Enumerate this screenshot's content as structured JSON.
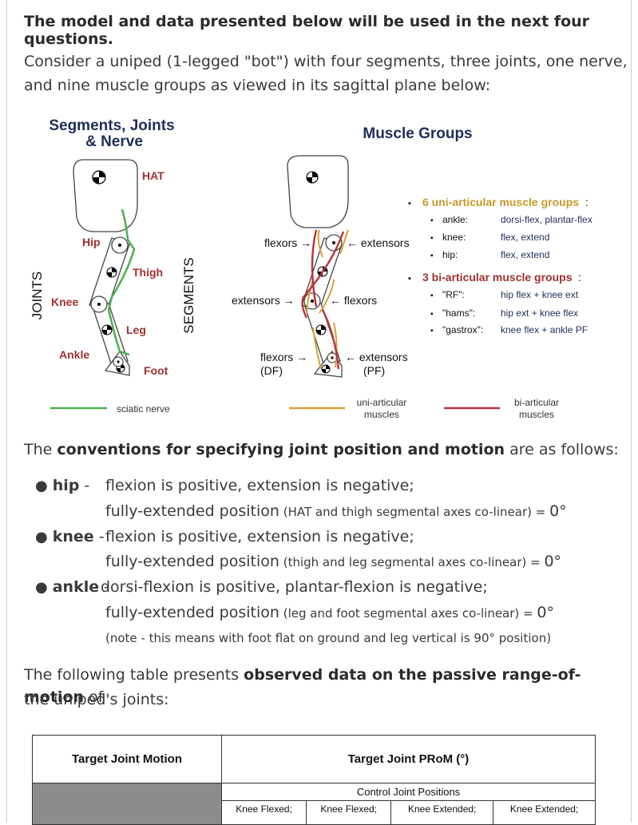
{
  "intro": "The model and data presented below will be used in the next four questions.",
  "para1_line1": "Consider a uniped (1-legged \"bot\") with four segments, three joints, one nerve,",
  "para1_line2": "and nine muscle groups as viewed in its sagittal plane below:",
  "figure": {
    "left_title_1": "Segments, Joints",
    "left_title_2": "& Nerve",
    "right_title": "Muscle Groups",
    "seg_hat": "HAT",
    "seg_thigh": "Thigh",
    "seg_leg": "Leg",
    "seg_foot": "Foot",
    "joint_hip": "Hip",
    "joint_knee": "Knee",
    "joint_ankle": "Ankle",
    "joints_label": "JOINTS",
    "segments_label": "SEGMENTS",
    "nerve_label": "sciatic nerve",
    "hip_flexors": "flexors →",
    "hip_extensors": "← extensors",
    "knee_extensors": "extensors →",
    "knee_flexors": "← flexors",
    "ankle_flexors": "flexors →",
    "ankle_flexors_sub": "(DF)",
    "ankle_extensors": "← extensors",
    "ankle_extensors_sub": "(PF)",
    "uni_legend": "uni-articular",
    "uni_legend_2": "muscles",
    "bi_legend": "bi-articular",
    "bi_legend_2": "muscles",
    "uni_head": "6 uni-articular muscle groups",
    "colon": ":",
    "uni_rows": [
      {
        "k": "ankle:",
        "v": "dorsi-flex, plantar-flex"
      },
      {
        "k": "knee:",
        "v": "flex, extend"
      },
      {
        "k": "hip:",
        "v": "flex, extend"
      }
    ],
    "bi_head": "3 bi-articular muscle groups",
    "bi_rows": [
      {
        "k": "\"RF\":",
        "v": "hip flex + knee ext"
      },
      {
        "k": "\"hams\":",
        "v": "hip ext + knee flex"
      },
      {
        "k": "\"gastrox\":",
        "v": "knee flex + ankle PF"
      }
    ],
    "bullet": "▪",
    "colors": {
      "uni": "#d4a23a",
      "bi": "#b8323a",
      "nerve": "#4caf50",
      "navy": "#1f2f5a",
      "maroon": "#a03030",
      "gold": "#c89a2a"
    }
  },
  "conv": {
    "pre": "The ",
    "bold": "conventions for specifying joint position and motion",
    "post": " are as follows:",
    "hip_label": "hip",
    "hip_dash": " - ",
    "hip_line1": "flexion is positive, extension is negative;",
    "hip_line2_main": "fully-extended position",
    "hip_line2_small": " (HAT and thigh segmental axes co-linear) = ",
    "knee_label": "knee",
    "knee_dash": " - ",
    "knee_line1": "flexion is positive, extension is negative;",
    "knee_line2_main": "fully-extended position",
    "knee_line2_small": " (thigh and leg segmental axes co-linear) = ",
    "ankle_label": "ankle",
    "ankle_dash": " - ",
    "ankle_line1": "dorsi-flexion is positive, plantar-flexion is negative;",
    "ankle_line2_main": "fully-extended position",
    "ankle_line2_small": " (leg and foot segmental axes co-linear) = ",
    "zero_deg": "0°",
    "ankle_note": "(note - this means with foot flat on ground and leg vertical is 90° position)"
  },
  "table_intro": {
    "pre": "The following table presents ",
    "bold": "observed data on the passive range-of-motion",
    "post": " of",
    "line2": "the uniped's joints:"
  },
  "table": {
    "col1_header": "Target Joint Motion",
    "col2_header": "Target Joint PRoM (°)",
    "subheader": "Control Joint Positions",
    "cols": [
      "Knee Flexed;",
      "Knee Flexed;",
      "Knee Extended;",
      "Knee Extended;"
    ]
  }
}
